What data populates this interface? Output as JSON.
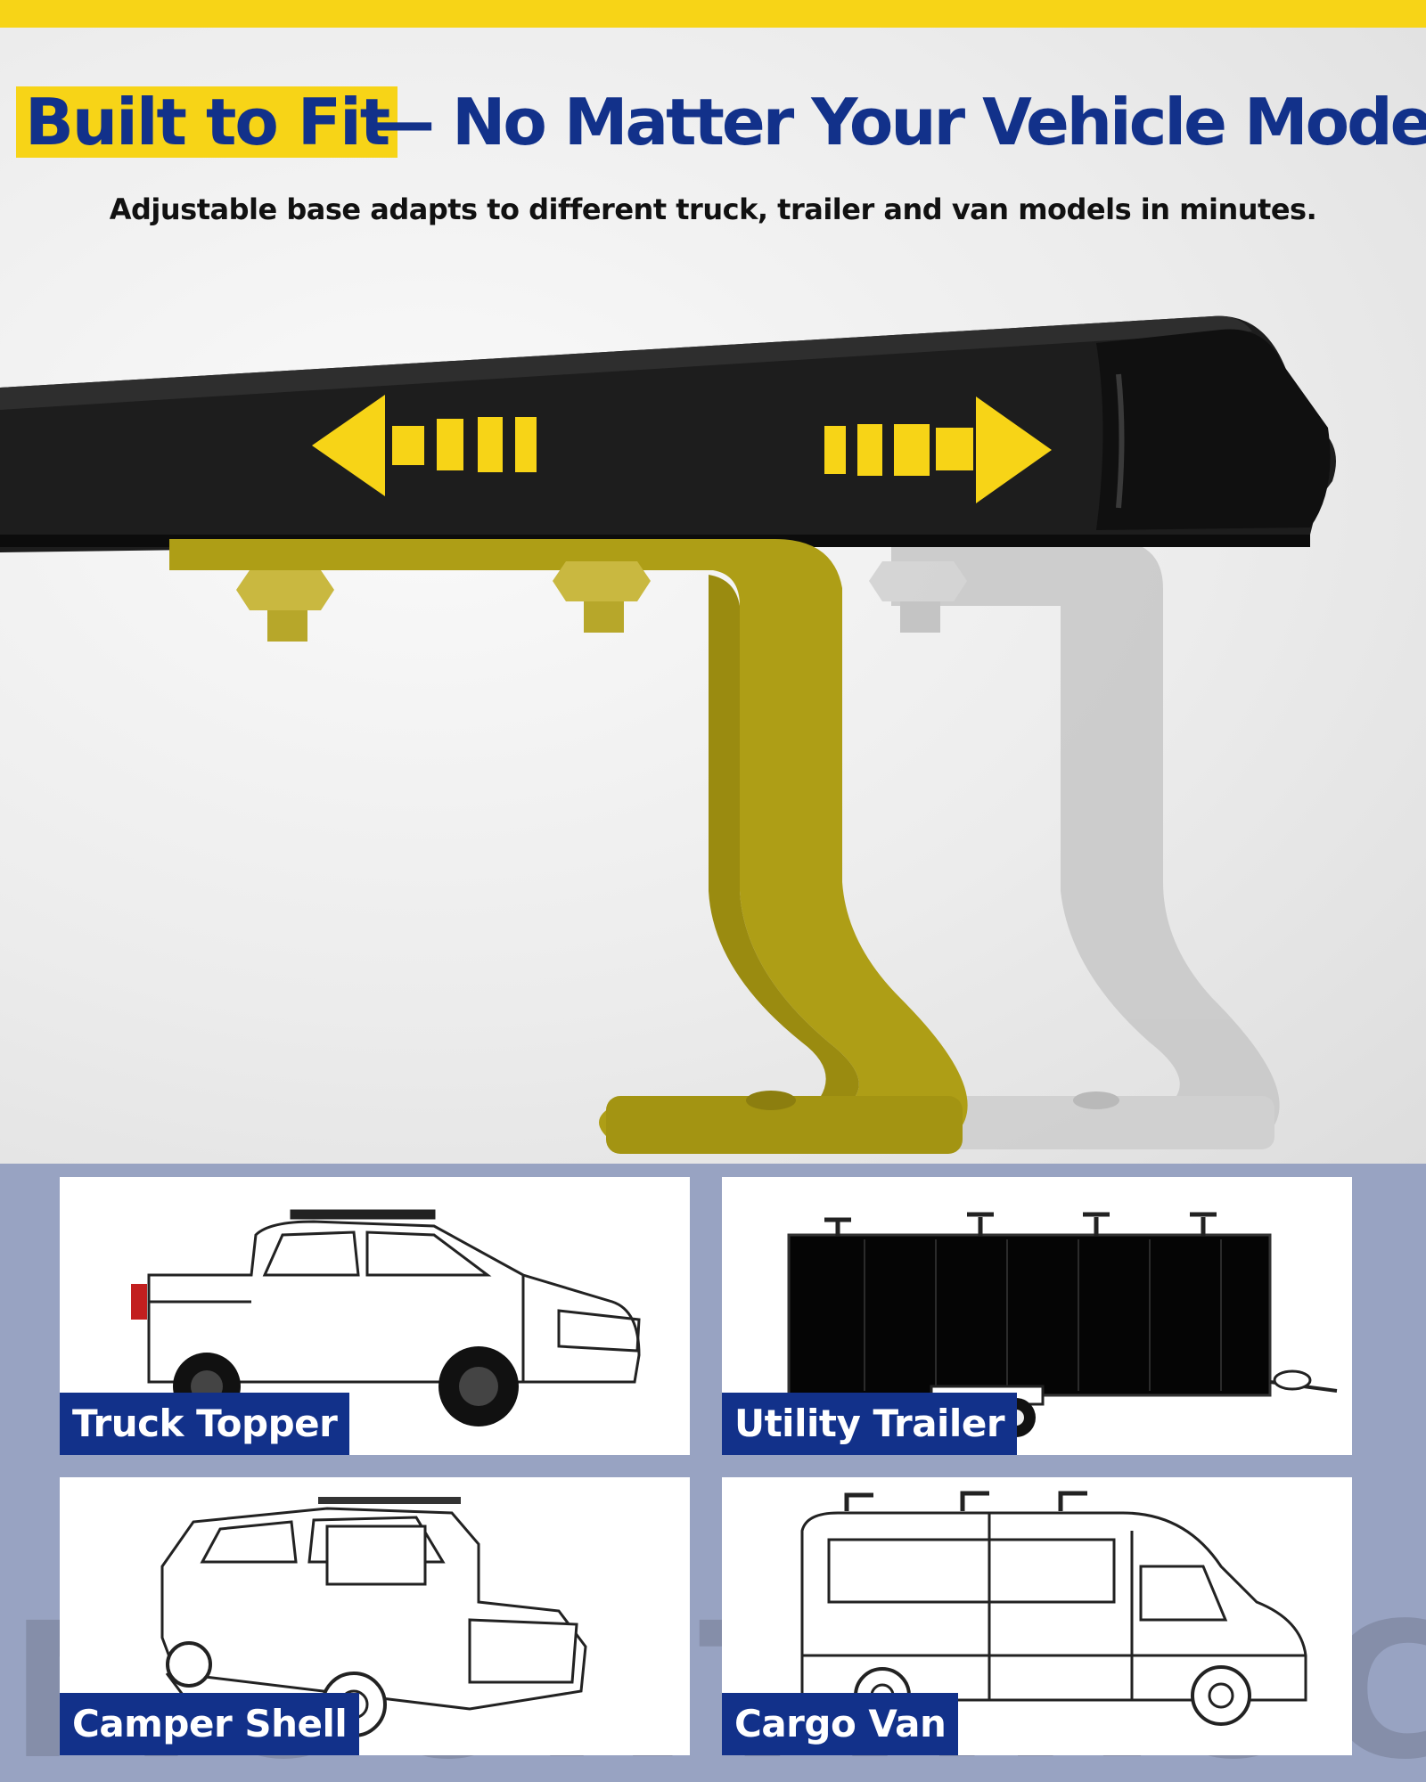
{
  "colors": {
    "accent_yellow": "#f7d417",
    "brand_navy": "#12318a",
    "bar_black": "#1c1c1c",
    "bracket_olive": "#ae9e16",
    "bracket_ghost": "#c9c9c9",
    "panel_blue": "#98a3c2",
    "text_dark": "#111111",
    "white": "#ffffff"
  },
  "headline": {
    "accent": "Built to Fit",
    "rest": "— No Matter Your Vehicle Model"
  },
  "subtitle": "Adjustable base adapts to different truck, trailer and van models in minutes.",
  "watermark": "MOUNTHROCK",
  "cards": [
    {
      "label": "Truck Topper",
      "icon": "pickup-truck-icon"
    },
    {
      "label": "Utility Trailer",
      "icon": "enclosed-trailer-icon"
    },
    {
      "label": "Camper Shell",
      "icon": "camper-shell-truck-icon"
    },
    {
      "label": "Cargo Van",
      "icon": "cargo-van-icon"
    }
  ]
}
